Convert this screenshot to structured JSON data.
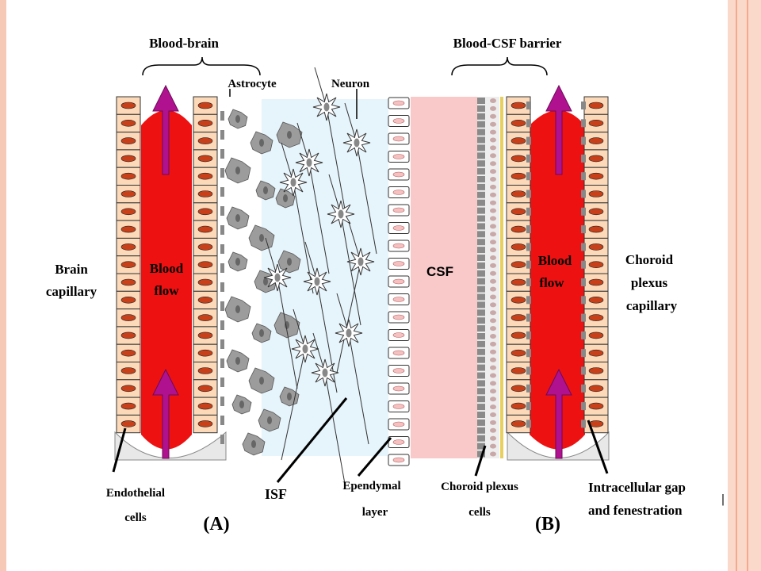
{
  "labels": {
    "blood_brain": "Blood-brain",
    "blood_csf": "Blood-CSF barrier",
    "astrocyte": "Astrocyte",
    "neuron": "Neuron",
    "brain_capillary_1": "Brain",
    "brain_capillary_2": "capillary",
    "blood_flow_a_1": "Blood",
    "blood_flow_a_2": "flow",
    "blood_flow_b_1": "Blood",
    "blood_flow_b_2": "flow",
    "csf": "CSF",
    "choroid_1": "Choroid",
    "choroid_2": "plexus",
    "choroid_3": "capillary",
    "endothelial_1": "Endothelial",
    "endothelial_2": "cells",
    "isf": "ISF",
    "ependymal_1": "Ependymal",
    "ependymal_2": "layer",
    "choroid_cells_1": "Choroid plexus",
    "choroid_cells_2": "cells",
    "intracellular_1": "Intracellular  gap",
    "intracellular_2": "and fenestration",
    "panel_a": "(A)",
    "panel_b": "(B)"
  },
  "colors": {
    "blood": "#ee1111",
    "arrow": "#b0128f",
    "cell_fill": "#fbd9b9",
    "nucleus": "#c8401a",
    "csf": "#f9c9c9",
    "isf": "#e6f4fb",
    "astrocyte": "#9c9c9c",
    "frame": "#f6c9b6"
  }
}
